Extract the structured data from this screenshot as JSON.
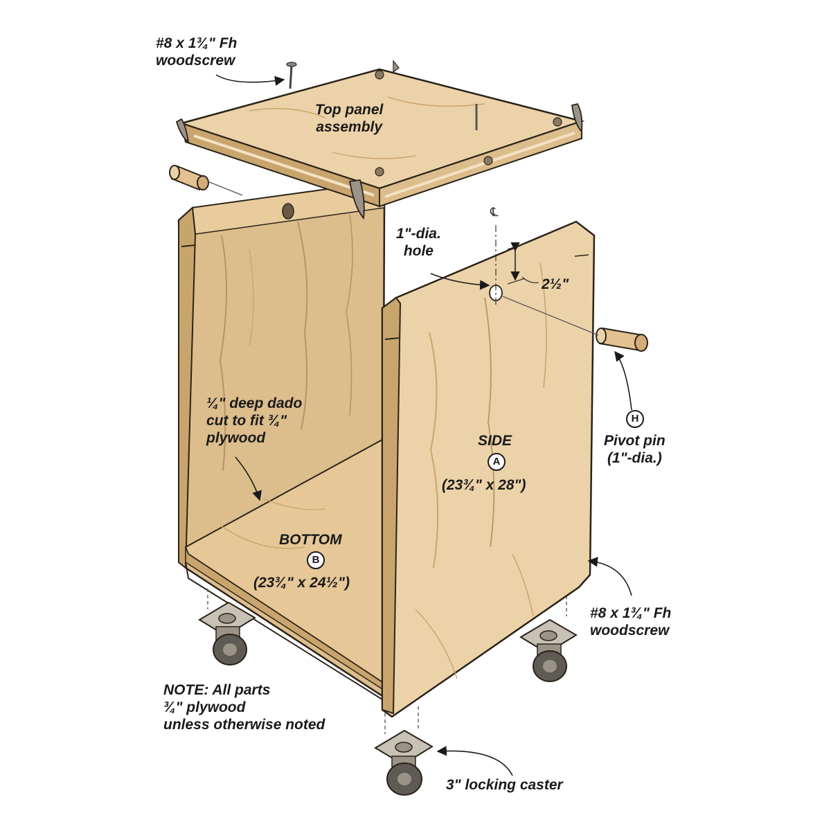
{
  "colors": {
    "plywood": "#ecd2a8",
    "plywood_shade": "#dcbd8c",
    "plywood_dark": "#c9a56e",
    "edge": "#b89465",
    "outline": "#2a2218",
    "metal": "#9a9488",
    "metal_light": "#c8c2b6",
    "wheel": "#5e5a54",
    "text": "#1a1a1a"
  },
  "labels": {
    "top_screw": [
      "#8 x 1¾\" Fh",
      "woodscrew"
    ],
    "top_panel": [
      "Top panel",
      "assembly"
    ],
    "hole": [
      "1\"-dia.",
      "hole"
    ],
    "hole_offset": "2½\"",
    "centerline": "℄",
    "dado": [
      "¼\" deep dado",
      "cut to fit ¾\"",
      "plywood"
    ],
    "side": {
      "name": "SIDE",
      "badge": "A",
      "dims": "(23¾\" x 28\")"
    },
    "bottom": {
      "name": "BOTTOM",
      "badge": "B",
      "dims": "(23¾\" x 24½\")"
    },
    "pivot": {
      "badge": "H",
      "lines": [
        "Pivot pin",
        "(1\"-dia.)"
      ]
    },
    "side_screw": [
      "#8 x 1¾\" Fh",
      "woodscrew"
    ],
    "note": [
      "NOTE: All parts",
      "¾\" plywood",
      "unless otherwise noted"
    ],
    "caster": "3\" locking caster"
  }
}
